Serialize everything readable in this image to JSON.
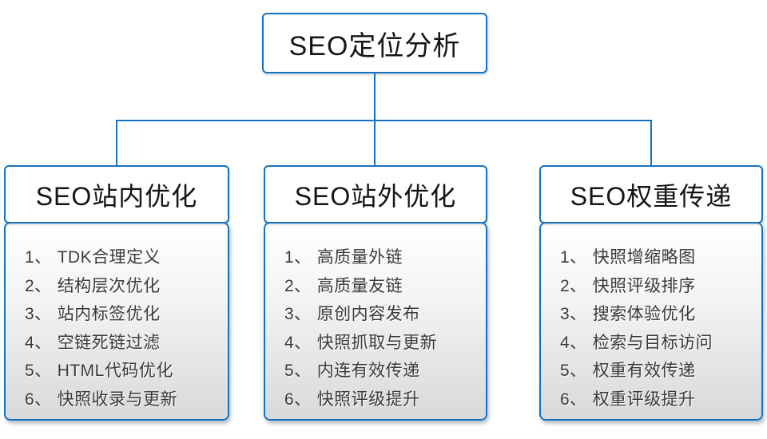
{
  "colors": {
    "accent_blue": "#1572c2",
    "header_text": "#141414",
    "list_text": "#3a3a3a"
  },
  "root": {
    "label": "SEO定位分析"
  },
  "groups": [
    {
      "title": "SEO站内优化",
      "items": [
        {
          "num": "1、",
          "text": "TDK合理定义"
        },
        {
          "num": "2、",
          "text": "结构层次优化"
        },
        {
          "num": "3、",
          "text": "站内标签优化"
        },
        {
          "num": "4、",
          "text": "空链死链过滤"
        },
        {
          "num": "5、",
          "text": "HTML代码优化"
        },
        {
          "num": "6、",
          "text": "快照收录与更新"
        }
      ]
    },
    {
      "title": "SEO站外优化",
      "items": [
        {
          "num": "1、",
          "text": "高质量外链"
        },
        {
          "num": "2、",
          "text": "高质量友链"
        },
        {
          "num": "3、",
          "text": "原创内容发布"
        },
        {
          "num": "4、",
          "text": "快照抓取与更新"
        },
        {
          "num": "5、",
          "text": "内连有效传递"
        },
        {
          "num": "6、",
          "text": "快照评级提升"
        }
      ]
    },
    {
      "title": "SEO权重传递",
      "items": [
        {
          "num": "1、",
          "text": "快照增缩略图"
        },
        {
          "num": "2、",
          "text": "快照评级排序"
        },
        {
          "num": "3、",
          "text": "搜索体验优化"
        },
        {
          "num": "4、",
          "text": "检索与目标访问"
        },
        {
          "num": "5、",
          "text": "权重有效传递"
        },
        {
          "num": "6、",
          "text": "权重评级提升"
        }
      ]
    }
  ]
}
